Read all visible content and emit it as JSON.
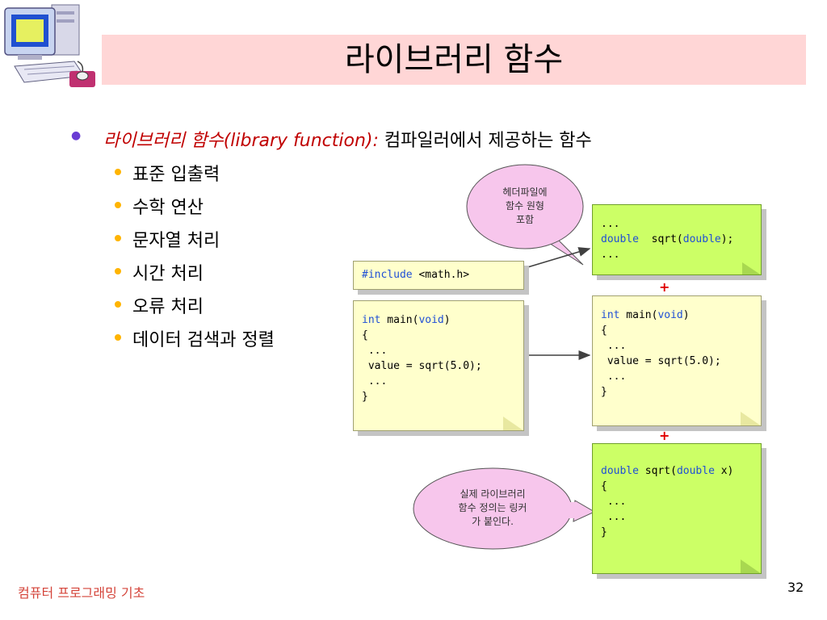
{
  "slide": {
    "title": "라이브러리 함수",
    "main_bullet": {
      "term": "라이브러리 함수",
      "english": "(library function):",
      "rest": " 컴파일러에서 제공하는 함수"
    },
    "sub_items": [
      {
        "label": "표준 입출력"
      },
      {
        "label": "수학 연산"
      },
      {
        "label": "문자열 처리"
      },
      {
        "label": "시간 처리"
      },
      {
        "label": "오류 처리"
      },
      {
        "label": "데이터 검색과 정렬"
      }
    ],
    "footer": "컴퓨터 프로그래밍 기초",
    "page_number": "32"
  },
  "diagram": {
    "bubble_top": {
      "line1": "헤더파일에",
      "line2": "함수 원형",
      "line3": "포함"
    },
    "bubble_bottom": {
      "line1": "실제 라이브러리",
      "line2": "함수 정의는 링커",
      "line3": "가 붙인다."
    },
    "include_note": {
      "kw": "#include",
      "rest": " <math.h>"
    },
    "main_note_left": {
      "l1_kw": "int",
      "l1_mid": " main(",
      "l1_kw2": "void",
      "l1_end": ")",
      "l2": "{",
      "l3": " ...",
      "l4": " value = sqrt(5.0);",
      "l5": " ...",
      "l6": "}"
    },
    "proto_note": {
      "l1": "...",
      "l2_kw": "double",
      "l2_mid": "  sqrt(",
      "l2_kw2": "double",
      "l2_end": ");",
      "l3": "..."
    },
    "main_note_right": {
      "l1_kw": "int",
      "l1_mid": " main(",
      "l1_kw2": "void",
      "l1_end": ")",
      "l2": "{",
      "l3": " ...",
      "l4": " value = sqrt(5.0);",
      "l5": " ...",
      "l6": "}"
    },
    "def_note": {
      "l1_kw": "double",
      "l1_mid": " sqrt(",
      "l1_kw2": "double",
      "l1_end": " x)",
      "l2": "{",
      "l3": " ...",
      "l4": " ...",
      "l5": "}"
    },
    "plus1": "+",
    "plus2": "+"
  },
  "colors": {
    "title_bar": "#ffd6d6",
    "term_red": "#c00000",
    "keyword_blue": "#1f4fd6",
    "note_yellow": "#ffffcc",
    "note_green": "#ccff66",
    "bubble_pink": "#f7c6ec",
    "plus_red": "#e00000",
    "footer_red": "#d4443a",
    "bullet_orange": "#ffb400",
    "bullet_purple": "#6a3cd4"
  }
}
